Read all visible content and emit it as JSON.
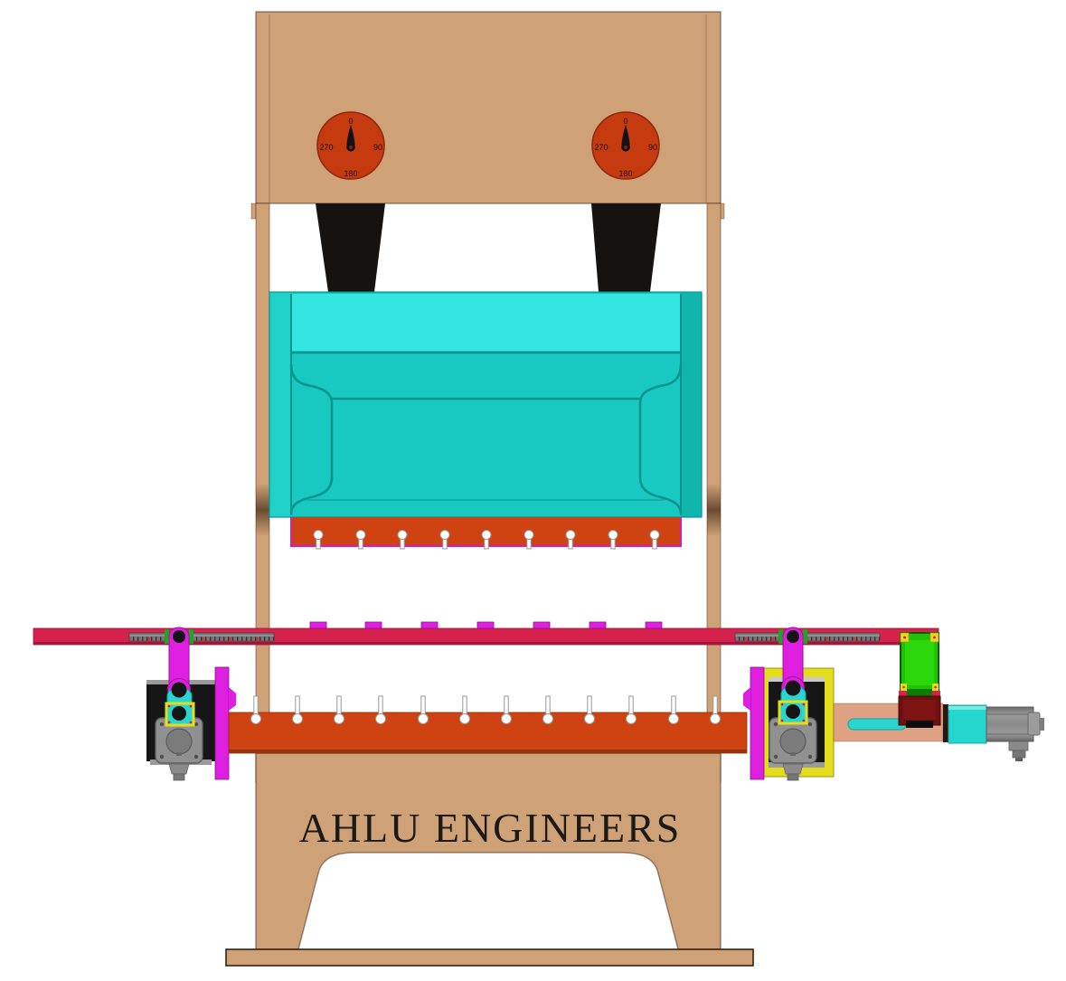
{
  "background_color": "#ffffff",
  "brand": {
    "name": "AHLU ENGINEERS",
    "color": "#1c1a17"
  },
  "dials": {
    "count": 2,
    "labels": [
      "0",
      "90",
      "180",
      "270"
    ],
    "needle_position": "0",
    "face_color": "#c63a10",
    "needle_color": "#141414"
  },
  "palette": {
    "frame_tan": "#cfa176",
    "belt_cover_black": "#161210",
    "ram_teal": "#17c9c1",
    "ram_teal_light": "#33e7e0",
    "tool_orange": "#cf4212",
    "backgauge_crimson": "#d7214d",
    "magenta": "#df1fdf",
    "yellow": "#e3dd1b",
    "cyan": "#2ad4cf",
    "green_block": "#1fc400",
    "maroon_block": "#6e1010",
    "salmon_plate": "#dfa183",
    "motor_gray": "#909090",
    "ruler_gray": "#767676"
  },
  "components": [
    "machine-head",
    "frame-columns",
    "rotation-dials",
    "belt-covers",
    "ram-slide",
    "punch-holder",
    "punch-t-slots",
    "left-crank-link",
    "right-crank-link",
    "back-gauge-bar",
    "ruler-scales",
    "finger-stops",
    "left-gearbox",
    "right-gearbox",
    "stepper-motors",
    "die-beam",
    "die-t-slots",
    "end-plates",
    "lead-screw",
    "slide-green-block",
    "coupling-maroon-block",
    "drive-motor",
    "mount-plate",
    "pedestal",
    "base-plate"
  ]
}
